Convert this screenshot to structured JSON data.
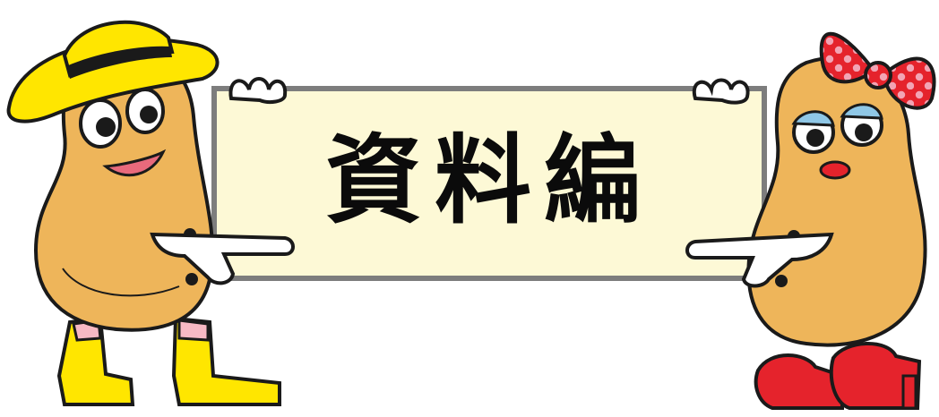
{
  "sign": {
    "title": "資料編"
  },
  "colors": {
    "potato_body": "#eeb55a",
    "outline": "#1a1a1a",
    "hat_boots": "#ffe600",
    "bow_shoes": "#e5232c",
    "sign_bg": "#fdf9d6",
    "sign_border": "#7d7d7d"
  },
  "characters": [
    {
      "id": "left",
      "accessories": [
        "yellow-hat",
        "yellow-boots"
      ]
    },
    {
      "id": "right",
      "accessories": [
        "red-polka-dot-bow",
        "red-high-heels"
      ]
    }
  ]
}
